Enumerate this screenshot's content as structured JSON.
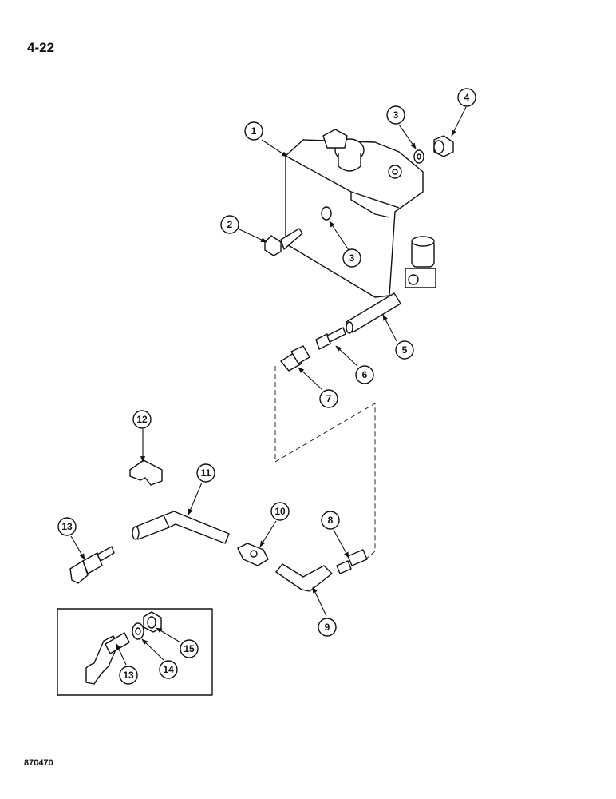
{
  "header": {
    "page_number": "4-22"
  },
  "footer": {
    "figure_code": "870470"
  },
  "callouts": {
    "c1": "1",
    "c2": "2",
    "c3a": "3",
    "c3b": "3",
    "c4": "4",
    "c5": "5",
    "c6": "6",
    "c7": "7",
    "c8": "8",
    "c9": "9",
    "c10": "10",
    "c11": "11",
    "c12": "12",
    "c13a": "13",
    "c13b": "13",
    "c14": "14",
    "c15": "15"
  }
}
